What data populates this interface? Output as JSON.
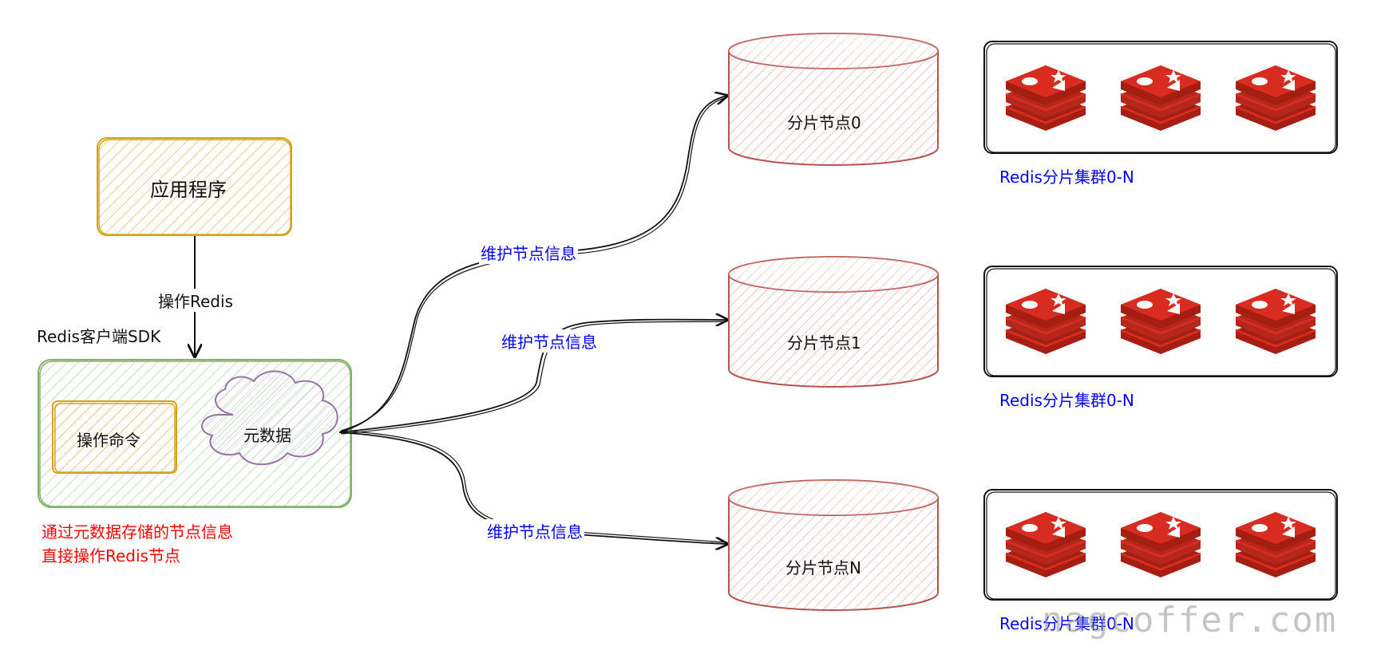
{
  "app": {
    "label": "应用程序",
    "edge_label": "操作Redis"
  },
  "sdk": {
    "label": "Redis客户端SDK",
    "command_label": "操作命令",
    "metadata_label": "元数据",
    "note_line1": "通过元数据存储的节点信息",
    "note_line2": "直接操作Redis节点"
  },
  "edges": {
    "maintain_0": "维护节点信息",
    "maintain_1": "维护节点信息",
    "maintain_n": "维护节点信息"
  },
  "shards": [
    {
      "label": "分片节点0"
    },
    {
      "label": "分片节点1"
    },
    {
      "label": "分片节点N"
    }
  ],
  "clusters": [
    {
      "label": "Redis分片集群0-N"
    },
    {
      "label": "Redis分片集群0-N"
    },
    {
      "label": "Redis分片集群0-N"
    }
  ],
  "watermark": "nagcoffer.com",
  "colors": {
    "app_border": "#d6a41a",
    "app_fill": "#fbe3c0",
    "sdk_border": "#82b366",
    "sdk_fill": "#d5e8d4",
    "cloud_border": "#9673a6",
    "shard_border": "#b85450",
    "shard_fill": "#f8cecc",
    "redis_red": "#d82c20",
    "edge_label": "#0000ff",
    "note": "#ff0000"
  }
}
